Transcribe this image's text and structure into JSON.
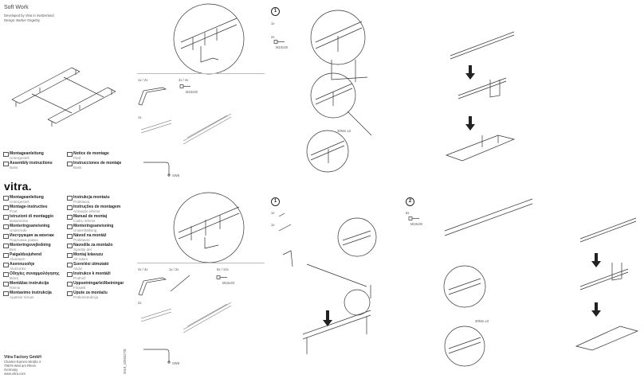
{
  "header": {
    "product": "Soft Work",
    "developed": "Developed by Vitra in Switzerland",
    "design": "Design: Barber Osgerby"
  },
  "brand": "vitra.",
  "languages_top": [
    {
      "title": "Montageanleitung",
      "sub": "Untergestell"
    },
    {
      "title": "Notice de montage",
      "sub": "Pied"
    },
    {
      "title": "Assembly instructions",
      "sub": "Base"
    },
    {
      "title": "Instrucciones de montaje",
      "sub": "Base"
    }
  ],
  "languages_left": [
    {
      "title": "Montageanleitung",
      "sub": "Untergestell"
    },
    {
      "title": "Montage-instructies",
      "sub": "Poot"
    },
    {
      "title": "Istruzioni di montaggio",
      "sub": "Basamento"
    },
    {
      "title": "Monteringsanvisning",
      "sub": "Underrede"
    },
    {
      "title": "Инструкция за монтаж",
      "sub": "Подложка рамка"
    },
    {
      "title": "Monteringsvejledning",
      "sub": "Ben"
    },
    {
      "title": "Paigaldusjuhend",
      "sub": "Alusraam"
    },
    {
      "title": "Asennusohje",
      "sub": "Alusrunko"
    },
    {
      "title": "Οδηγίες συναρμολόγησης",
      "sub": "Βάση"
    },
    {
      "title": "Montāžas instrukcija",
      "sub": "Rāmis"
    },
    {
      "title": "Montavimo instrukcija",
      "sub": "Apatinis rėmas"
    }
  ],
  "languages_right": [
    {
      "title": "Instrukcja montażu",
      "sub": "Podstawa"
    },
    {
      "title": "Instruções de montagem",
      "sub": "Armação inferior"
    },
    {
      "title": "Manual de montaj",
      "sub": "Cadru inferior"
    },
    {
      "title": "Monteringsanvisning",
      "sub": "Underställning"
    },
    {
      "title": "Návod na montáž",
      "sub": "Podstavec"
    },
    {
      "title": "Navodila za montažo",
      "sub": "Spodnji del"
    },
    {
      "title": "Montaj kılavuzu",
      "sub": "Alt rakım"
    },
    {
      "title": "Szerelési útmutató",
      "sub": "Alváz"
    },
    {
      "title": "Instrukce k montáži",
      "sub": "Podnož"
    },
    {
      "title": "Uppsetningarleiðbeiningar",
      "sub": "Fótsæti"
    },
    {
      "title": "Upute za montažu",
      "sub": "Potkonstrukcija"
    }
  ],
  "footer": {
    "company": "Vitra Factory GmbH",
    "street": "Charles-Eames-Straße 2",
    "city": "79576 Weil am Rhein",
    "country": "Germany",
    "web": "www.vitra.com",
    "code": "2019_4293427/E"
  },
  "parts_top": {
    "qty_a": "1x / 2x",
    "qty_b": "2x / 4x",
    "screw": "M10x30",
    "qty_c": "1x",
    "tool_label": "SW8"
  },
  "parts_bottom": {
    "qty_a": "2x / 4x",
    "qty_b": "1x / 2x",
    "qty_c": "6x / 12x",
    "screw": "M10x30",
    "qty_d": "2x",
    "tool_label": "SW8"
  },
  "step_top": {
    "num": "1",
    "qty_a": "1x",
    "qty_b": "2x",
    "screw": "M10x30",
    "torque": "30Nm ±3"
  },
  "step_bottom_1": {
    "num": "1",
    "qty_a": "1x",
    "qty_b": "1x"
  },
  "step_bottom_2": {
    "num": "2",
    "qty": "6x",
    "screw": "M10x30",
    "torque": "30Nm ±3"
  },
  "icons": [
    "language-flag-icon",
    "arrow-down-icon",
    "screw-icon",
    "allen-key-icon"
  ]
}
